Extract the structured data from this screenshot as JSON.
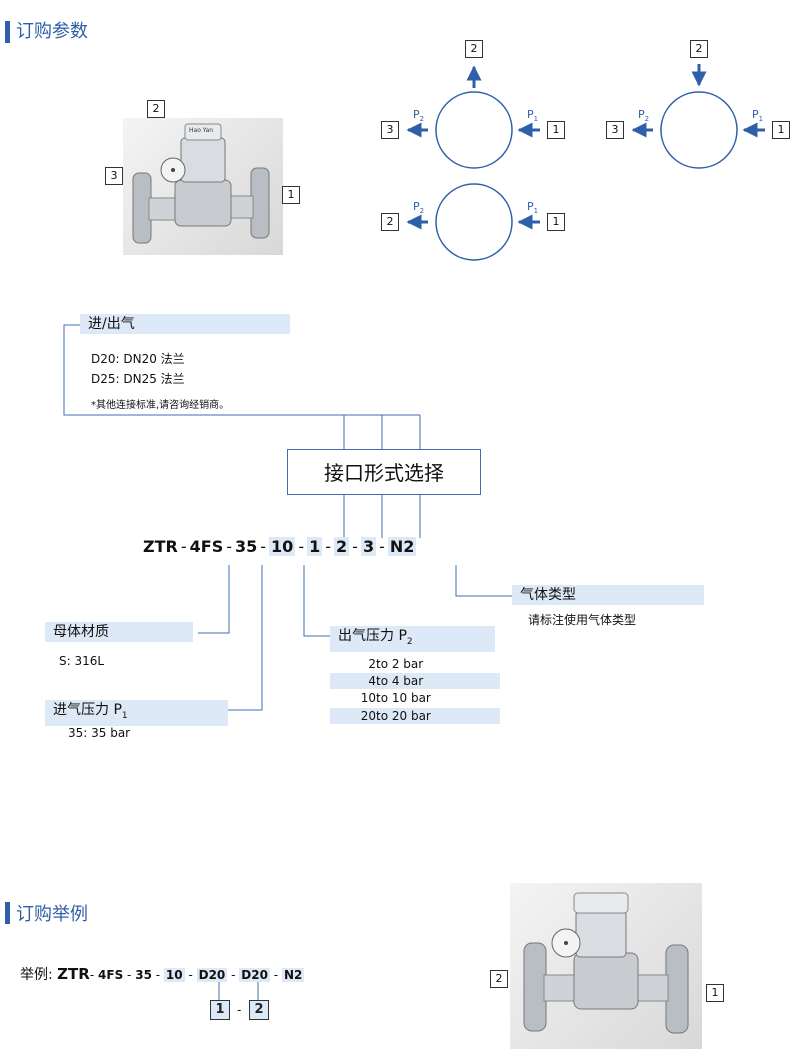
{
  "section1": {
    "title": "订购参数"
  },
  "section2": {
    "title": "订购举例"
  },
  "photo_labels": {
    "top": "2",
    "left": "3",
    "right": "1"
  },
  "photo_brand": "Hao Yan",
  "port_diagrams": {
    "d1": {
      "top": "2",
      "left": "3",
      "right": "1",
      "p_left": "P",
      "p_left_sub": "2",
      "p_right": "P",
      "p_right_sub": "1"
    },
    "d2": {
      "top": "2",
      "left": "3",
      "right": "1",
      "p_left": "P",
      "p_left_sub": "2",
      "p_right": "P",
      "p_right_sub": "1"
    },
    "d3": {
      "left": "2",
      "right": "1",
      "p_left": "P",
      "p_left_sub": "2",
      "p_right": "P",
      "p_right_sub": "1"
    }
  },
  "inlet_outlet": {
    "header": "进/出气",
    "options": [
      "D20:  DN20 法兰",
      "D25:  DN25 法兰"
    ],
    "note": "*其他连接标准,请咨询经销商。"
  },
  "connection_selector": "接口形式选择",
  "model_code": {
    "p1": "ZTR",
    "p2": "4FS",
    "p3": "35",
    "p4": "10",
    "p5": "1",
    "p6": "2",
    "p7": "3",
    "p8": "N2",
    "dash": "-"
  },
  "gas_type": {
    "header": "气体类型",
    "note": "请标注使用气体类型"
  },
  "body_material": {
    "header": "母体材质",
    "option": "S:  316L"
  },
  "outlet_pressure": {
    "header": "出气压力 P",
    "header_sub": "2",
    "rows": [
      {
        "code": "2:",
        "value": "to 2 bar"
      },
      {
        "code": "4:",
        "value": "to 4 bar"
      },
      {
        "code": "10:",
        "value": "to 10 bar"
      },
      {
        "code": "20:",
        "value": "to 20 bar"
      }
    ]
  },
  "inlet_pressure": {
    "header": "进气压力 P",
    "header_sub": "1",
    "option": "35:   35 bar"
  },
  "example": {
    "label": "举例:",
    "p1": "ZTR",
    "p2": "4FS",
    "p3": "35",
    "p4": "10",
    "p5": "D20",
    "p6": "D20",
    "p7": "N2",
    "dash": "-",
    "sub1": "1",
    "sub2": "2"
  },
  "photo2_labels": {
    "left": "2",
    "right": "1"
  },
  "colors": {
    "accent": "#2f5fa8",
    "highlight": "#dde9f6"
  }
}
